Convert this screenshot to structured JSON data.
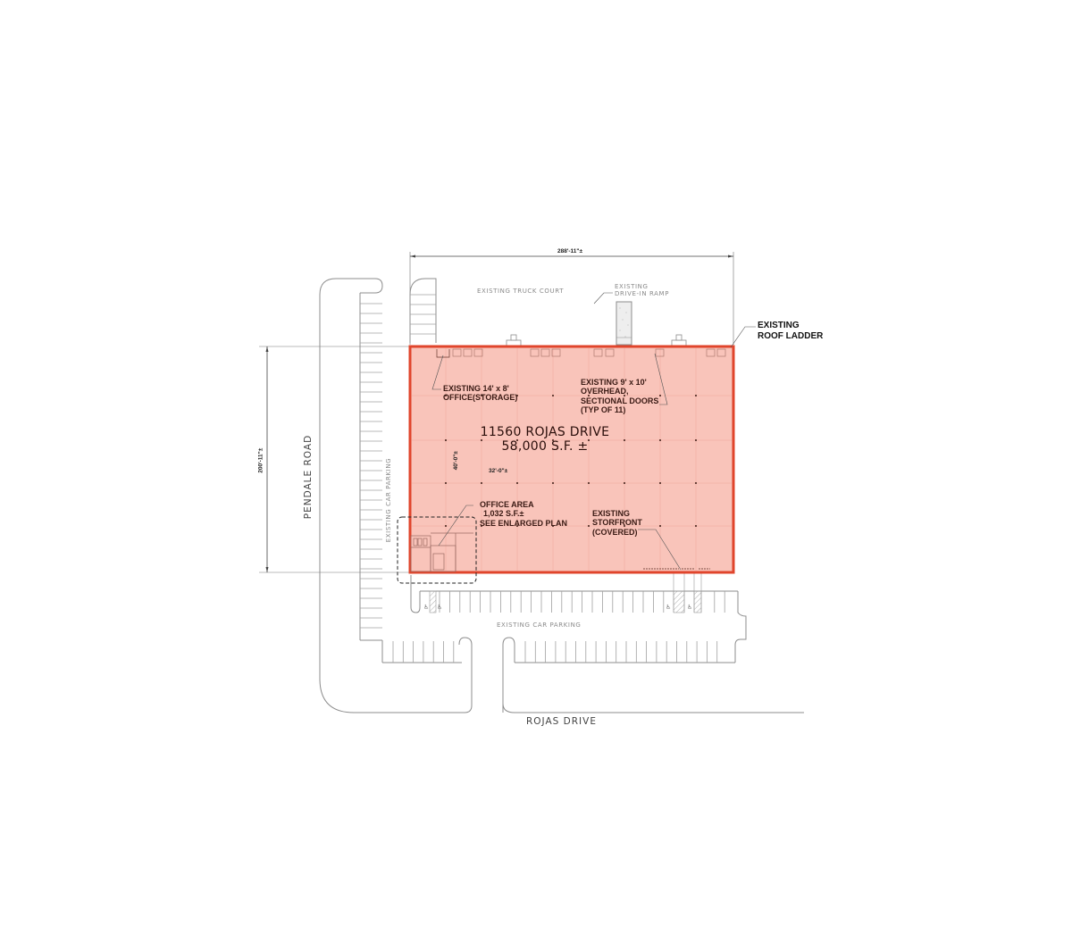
{
  "colors": {
    "building_fill": "#f9c4ba",
    "building_outline": "#e0452c",
    "linework": "#8c8c8c",
    "note_text": "#3a1a14",
    "background": "#ffffff"
  },
  "building": {
    "address": "11560 ROJAS DRIVE",
    "area": "58,000 S.F. ±",
    "width_dimension": "288'-11\"±",
    "depth_dimension": "200'-11\"±",
    "column_spacing_vertical": "40'-0\"±",
    "column_spacing_horizontal": "32'-0\"±"
  },
  "site_labels": {
    "truck_court": "EXISTING TRUCK COURT",
    "drive_in_ramp": [
      "EXISTING",
      "DRIVE-IN RAMP"
    ],
    "car_parking_side": "EXISTING CAR PARKING",
    "car_parking_front": "EXISTING CAR PARKING"
  },
  "roads": {
    "west": "PENDALE ROAD",
    "south": "ROJAS DRIVE"
  },
  "callouts": {
    "roof_ladder": [
      "EXISTING",
      "ROOF LADDER"
    ],
    "storage_office": [
      "EXISTING 14' x 8'",
      "OFFICE(STORAGE)"
    ],
    "overhead_doors": [
      "EXISTING 9' x 10'",
      "OVERHEAD,",
      "SECTIONAL DOORS",
      "(TYP OF 11)"
    ],
    "office_area": [
      "OFFICE AREA",
      "1,032 S.F.±",
      "SEE ENLARGED PLAN"
    ],
    "storefront": [
      "EXISTING",
      "STORFRONT",
      "(COVERED)"
    ]
  },
  "icons": {
    "accessible_parking": "wheelchair-icon"
  }
}
